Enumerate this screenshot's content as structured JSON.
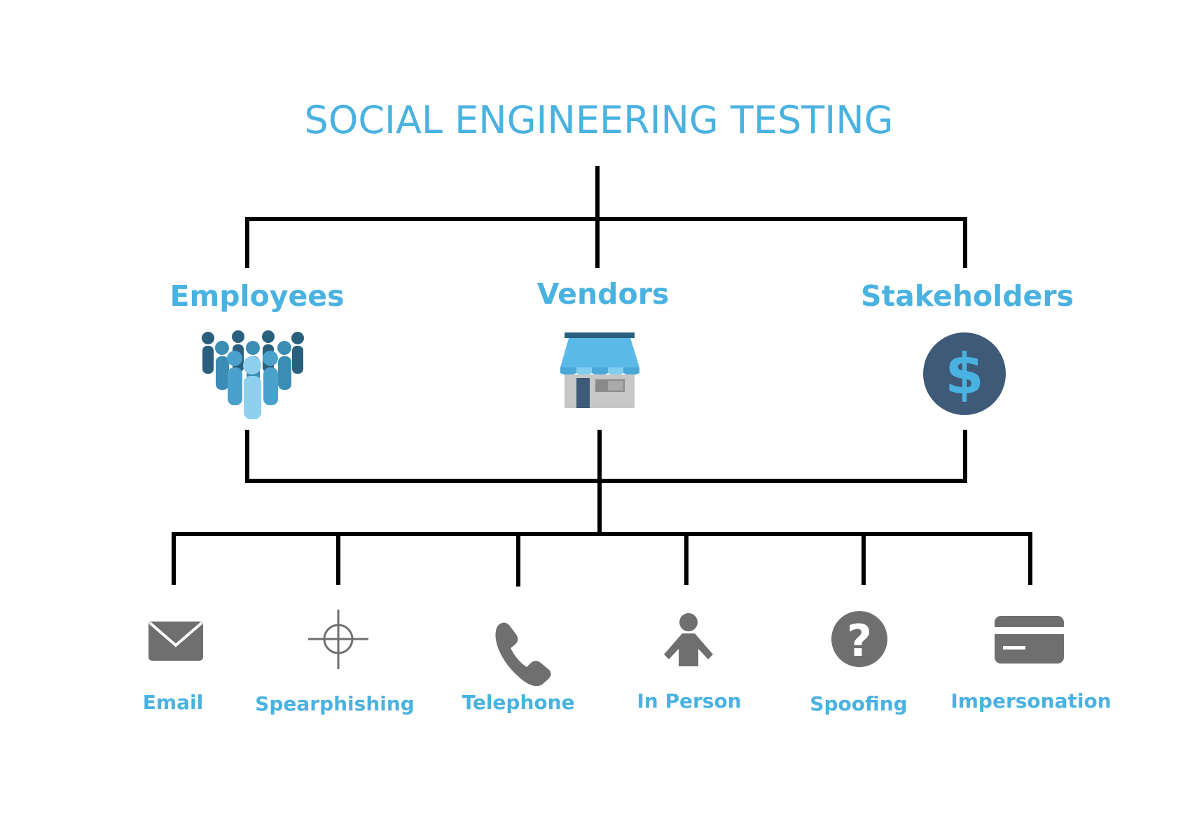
{
  "diagram": {
    "title": "SOCIAL ENGINEERING TESTING",
    "targets": [
      {
        "label": "Employees",
        "icon": "people-group-icon"
      },
      {
        "label": "Vendors",
        "icon": "storefront-icon"
      },
      {
        "label": "Stakeholders",
        "icon": "dollar-coin-icon"
      }
    ],
    "methods": [
      {
        "label": "Email",
        "icon": "envelope-icon"
      },
      {
        "label": "Spearphishing",
        "icon": "crosshair-icon"
      },
      {
        "label": "Telephone",
        "icon": "phone-icon"
      },
      {
        "label": "In Person",
        "icon": "person-icon"
      },
      {
        "label": "Spoofing",
        "icon": "question-mark-icon"
      },
      {
        "label": "Impersonation",
        "icon": "credit-card-icon"
      }
    ],
    "colors": {
      "label": "#4ab2e0",
      "connector": "#000000",
      "method_icon": "#6f6f6f",
      "coin": "#3e5a78",
      "awning": "#5bb9e8",
      "people_dark": "#2a5f7e",
      "people_mid": "#3c8db5",
      "people_light": "#8fd0ef"
    }
  }
}
